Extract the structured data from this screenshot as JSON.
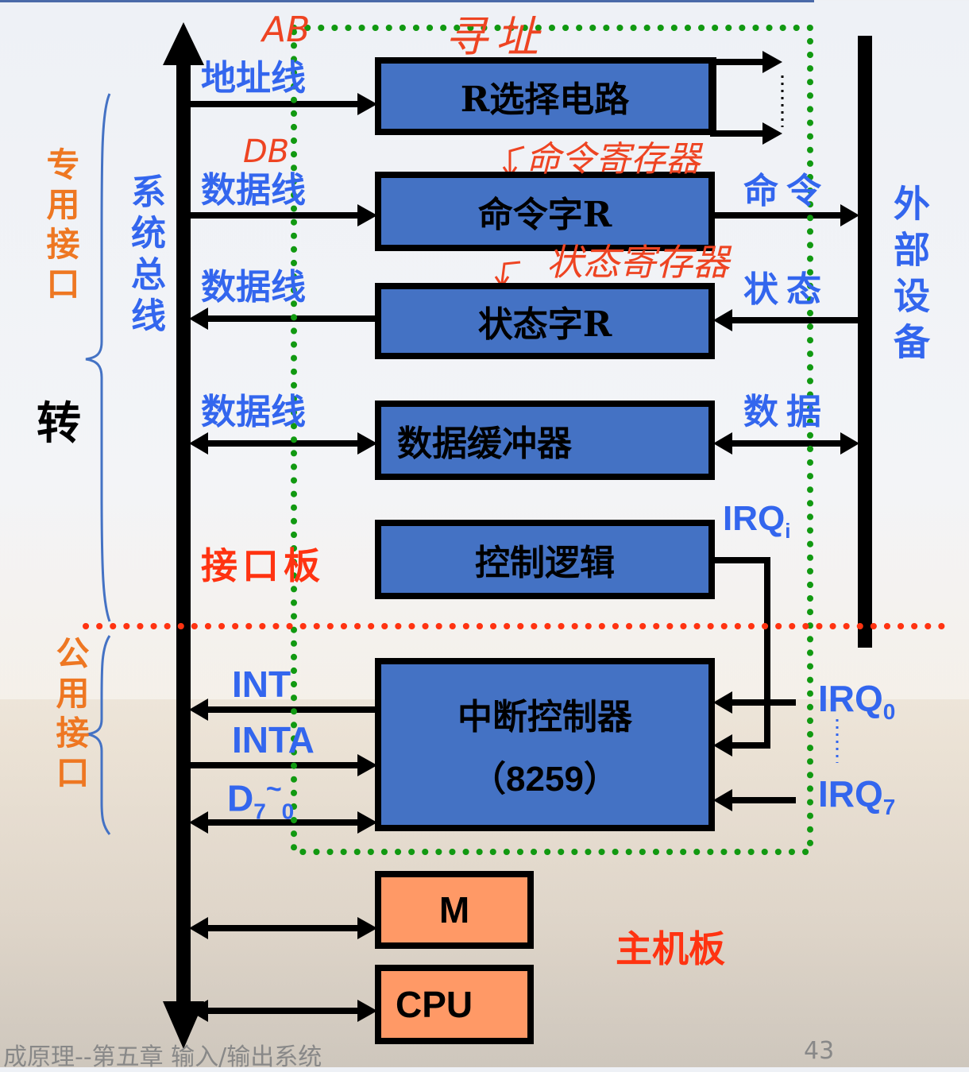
{
  "slide": {
    "footer_text": "成原理--第五章 输入/输出系统",
    "page_number": "43"
  },
  "left_labels": {
    "dedicated_interface": "专用接口",
    "system_bus": "系统总线",
    "transfer_char": "转",
    "period_char": "。",
    "public_interface": "公用接口"
  },
  "bus_lines": {
    "address_line": "地址线",
    "data_line_1": "数据线",
    "data_line_2": "数据线",
    "data_line_3": "数据线",
    "int": "INT",
    "inta": "INTA",
    "d_main": "D",
    "d_sub7": "7",
    "d_tilde": "~",
    "d_sub0": "0"
  },
  "annotations": {
    "ab": "AB",
    "db": "DB",
    "addressing": "寻址",
    "command_register": "命令寄存器",
    "status_register": "状态寄存器"
  },
  "boxes": {
    "r_select": "R选择电路",
    "command_word": "命令字R",
    "status_word": "状态字R",
    "data_buffer": "数据缓冲器",
    "control_logic": "控制逻辑",
    "interrupt_controller_line1": "中断控制器",
    "interrupt_controller_line2": "（8259）",
    "memory": "M",
    "cpu": "CPU"
  },
  "region_labels": {
    "interface_board": "接口板",
    "main_board": "主机板"
  },
  "device_side": {
    "command": "命令",
    "status": "状态",
    "data": "数据",
    "external_device": "外部设备",
    "irq_i": "IRQ",
    "irq_i_sub": "i",
    "irq_0": "IRQ",
    "irq_0_sub": "0",
    "irq_7": "IRQ",
    "irq_7_sub": "7"
  },
  "colors": {
    "box_blue": "#4472c4",
    "box_orange": "#ff9966",
    "label_blue": "#3366ee",
    "label_orange": "#ee7722",
    "label_red": "#ff3311",
    "dotted_green": "#119911",
    "dotted_red": "#ff3311"
  }
}
